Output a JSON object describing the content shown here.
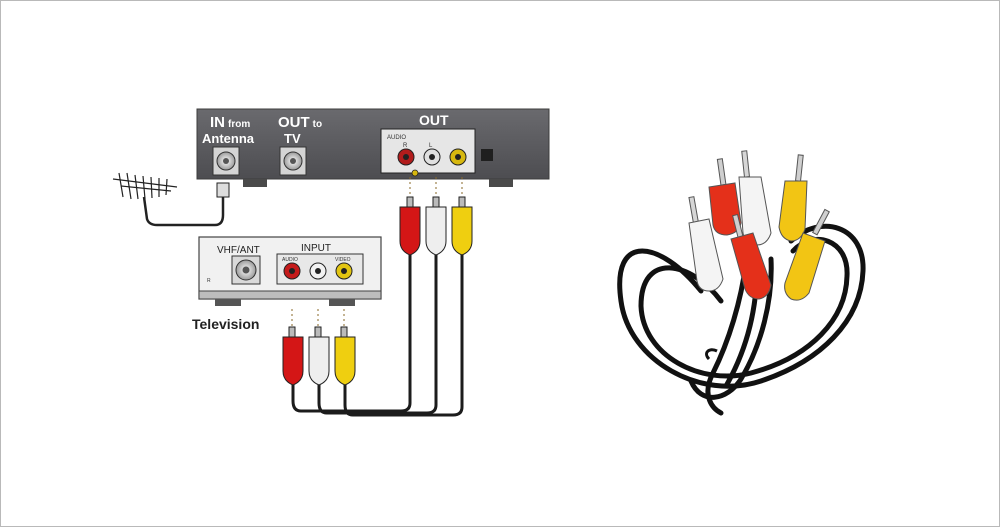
{
  "receiver": {
    "in_label_big": "IN",
    "in_label_small": "from",
    "in_label_line2": "Antenna",
    "out_to_big": "OUT",
    "out_to_small": "to",
    "out_to_line2": "TV",
    "out_label": "OUT",
    "out_sub": "AUDIO",
    "out_r": "R",
    "out_l": "L"
  },
  "television": {
    "vhf_label": "VHF/ANT",
    "input_label": "INPUT",
    "audio_label": "AUDIO",
    "video_label": "VIDEO",
    "caption": "Television",
    "small_mark": "R"
  },
  "colors": {
    "panel": "#5b5b5f",
    "red_plug": "#d41616",
    "white_plug": "#eeeeee",
    "yellow_plug": "#efcf10",
    "cable": "#1a1a1a",
    "frame": "#b9b9b9"
  }
}
